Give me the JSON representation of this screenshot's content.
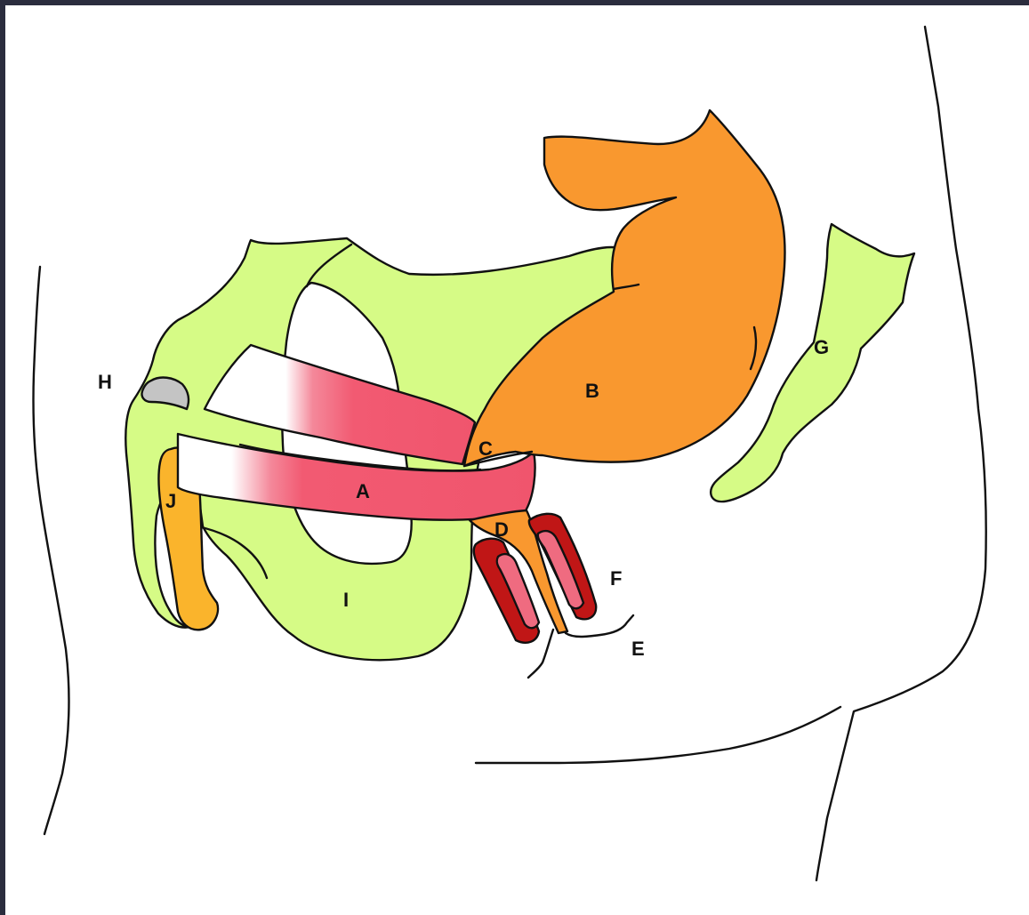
{
  "labels": {
    "A": "A",
    "B": "B",
    "C": "C",
    "D": "D",
    "E": "E",
    "F": "F",
    "G": "G",
    "H": "H",
    "I": "I",
    "J": "J"
  },
  "colors": {
    "frame": "#2b2d3e",
    "background": "#ffffff",
    "bone": "#d6fb86",
    "muscle": "#f2566e",
    "tendon": "#ffffff",
    "orange_organ": "#f9982f",
    "small_bone": "#fab42c",
    "cartilage": "#c4c4c4",
    "sphincter_dark": "#c01616",
    "sphincter_light": "#ef6b80",
    "outline": "#111111"
  }
}
